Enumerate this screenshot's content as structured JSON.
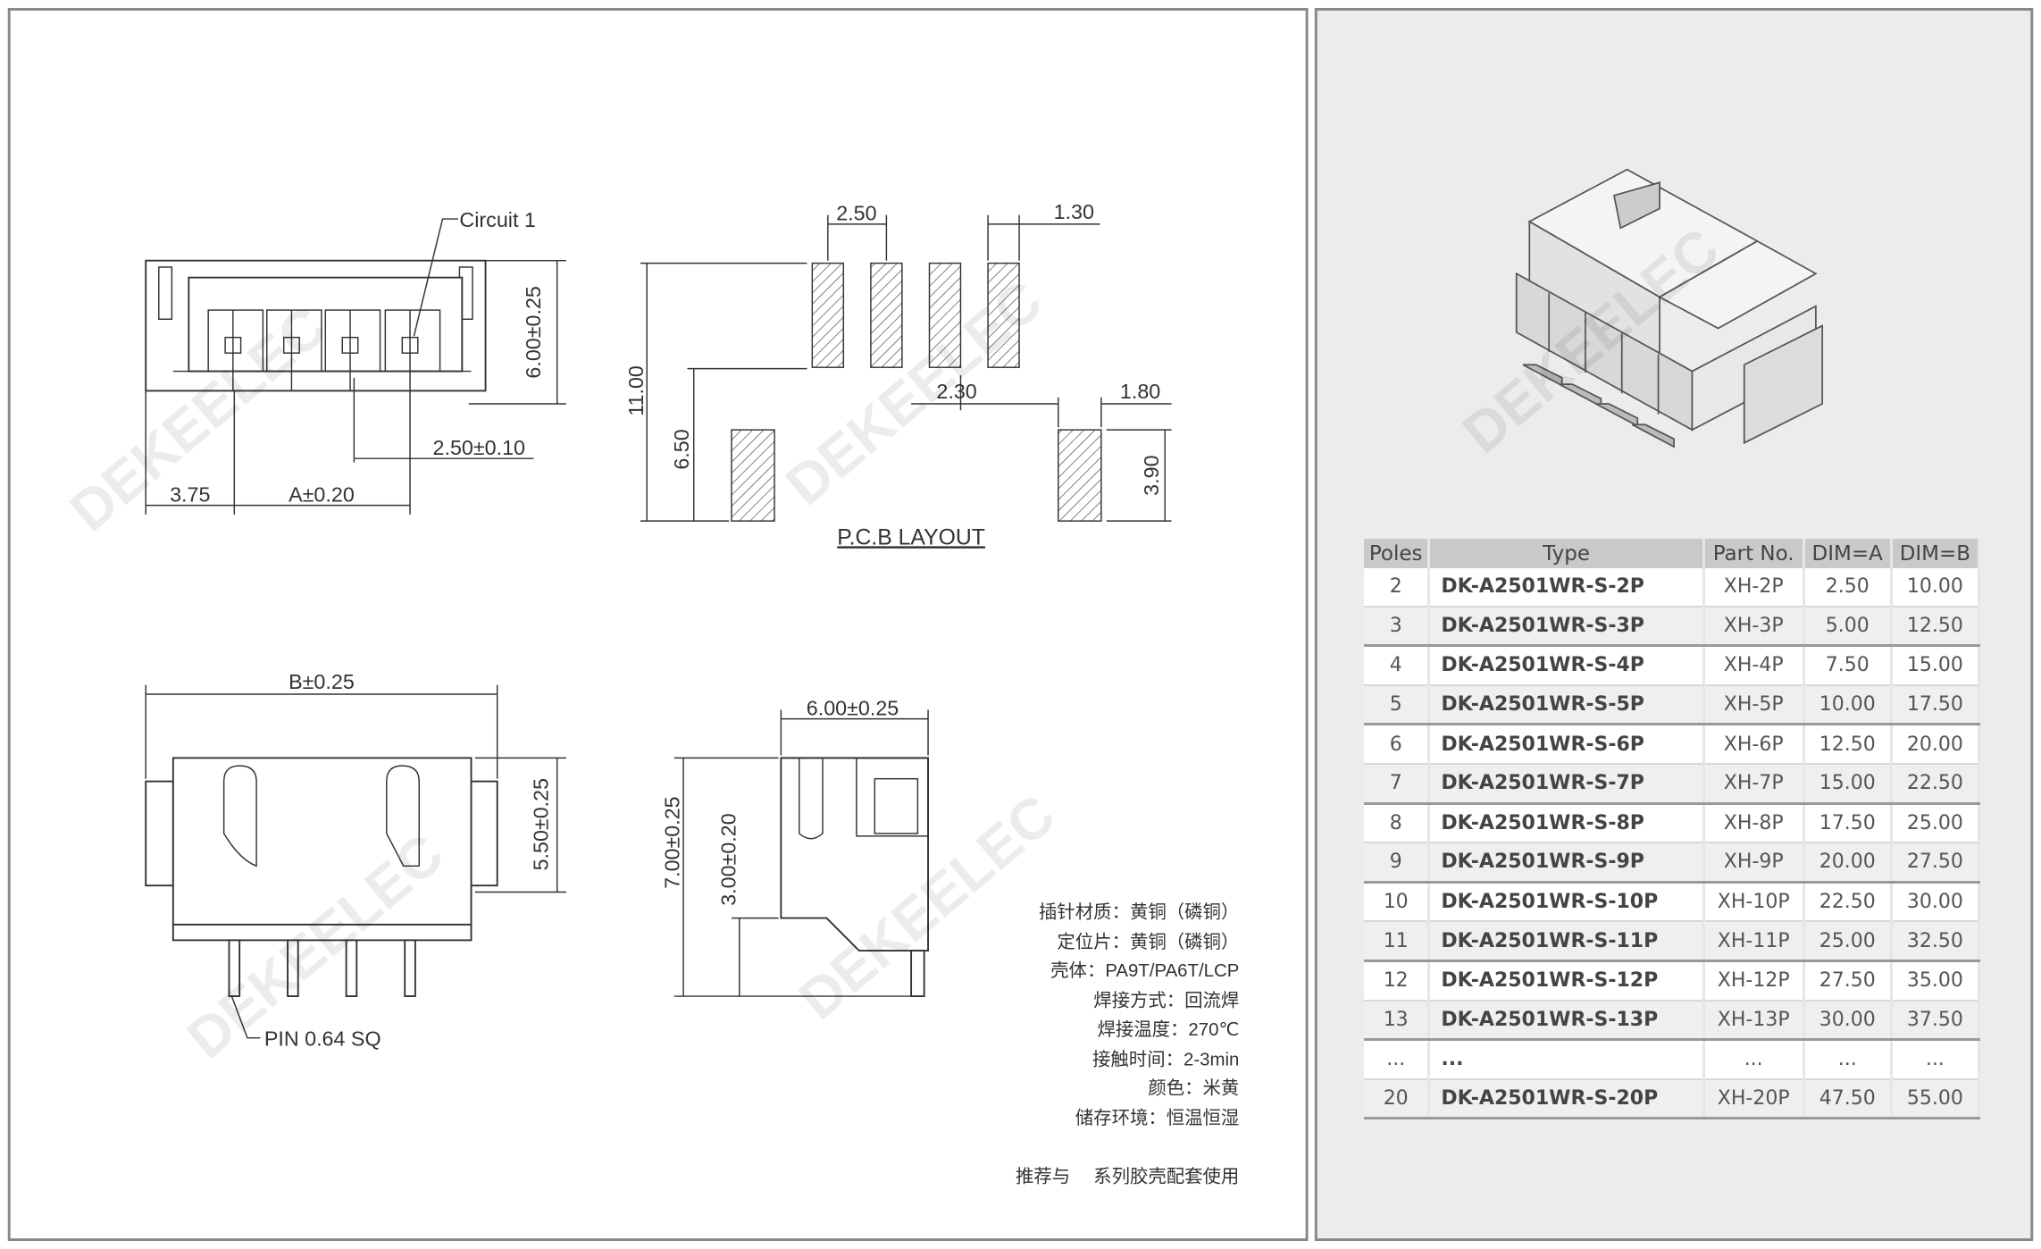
{
  "watermark": "DEKEELEC",
  "front_view": {
    "circuit_label": "Circuit 1",
    "height_dim": "6.00±0.25",
    "pitch_dim": "2.50±0.10",
    "offset_dim": "3.75",
    "a_dim": "A±0.20"
  },
  "pcb_layout": {
    "title": "P.C.B LAYOUT",
    "pad_pitch": "2.50",
    "pad_width": "1.30",
    "total_height": "11.00",
    "offset_height": "6.50",
    "gap": "2.30",
    "side_pad_width": "1.80",
    "side_pad_height": "3.90"
  },
  "top_view": {
    "b_dim": "B±0.25",
    "height_dim": "5.50±0.25",
    "pin_label": "PIN 0.64 SQ"
  },
  "side_view": {
    "width_dim": "6.00±0.25",
    "height_dim": "7.00±0.25",
    "pin_dim": "3.00±0.20"
  },
  "specs": [
    "插针材质：黄铜（磷铜）",
    "定位片：黄铜（磷铜）",
    "壳体：PA9T/PA6T/LCP",
    "焊接方式：回流焊",
    "焊接温度：270℃",
    "接触时间：2-3min",
    "颜色：米黄",
    "储存环境：恒温恒湿"
  ],
  "note": "推荐与　 系列胶壳配套使用",
  "table": {
    "headers": [
      "Poles",
      "Type",
      "Part No.",
      "DIM=A",
      "DIM=B"
    ],
    "rows": [
      [
        "2",
        "DK-A2501WR-S-2P",
        "XH-2P",
        "2.50",
        "10.00"
      ],
      [
        "3",
        "DK-A2501WR-S-3P",
        "XH-3P",
        "5.00",
        "12.50"
      ],
      [
        "4",
        "DK-A2501WR-S-4P",
        "XH-4P",
        "7.50",
        "15.00"
      ],
      [
        "5",
        "DK-A2501WR-S-5P",
        "XH-5P",
        "10.00",
        "17.50"
      ],
      [
        "6",
        "DK-A2501WR-S-6P",
        "XH-6P",
        "12.50",
        "20.00"
      ],
      [
        "7",
        "DK-A2501WR-S-7P",
        "XH-7P",
        "15.00",
        "22.50"
      ],
      [
        "8",
        "DK-A2501WR-S-8P",
        "XH-8P",
        "17.50",
        "25.00"
      ],
      [
        "9",
        "DK-A2501WR-S-9P",
        "XH-9P",
        "20.00",
        "27.50"
      ],
      [
        "10",
        "DK-A2501WR-S-10P",
        "XH-10P",
        "22.50",
        "30.00"
      ],
      [
        "11",
        "DK-A2501WR-S-11P",
        "XH-11P",
        "25.00",
        "32.50"
      ],
      [
        "12",
        "DK-A2501WR-S-12P",
        "XH-12P",
        "27.50",
        "35.00"
      ],
      [
        "13",
        "DK-A2501WR-S-13P",
        "XH-13P",
        "30.00",
        "37.50"
      ],
      [
        "...",
        "...",
        "...",
        "...",
        "..."
      ],
      [
        "20",
        "DK-A2501WR-S-20P",
        "XH-20P",
        "47.50",
        "55.00"
      ]
    ]
  }
}
